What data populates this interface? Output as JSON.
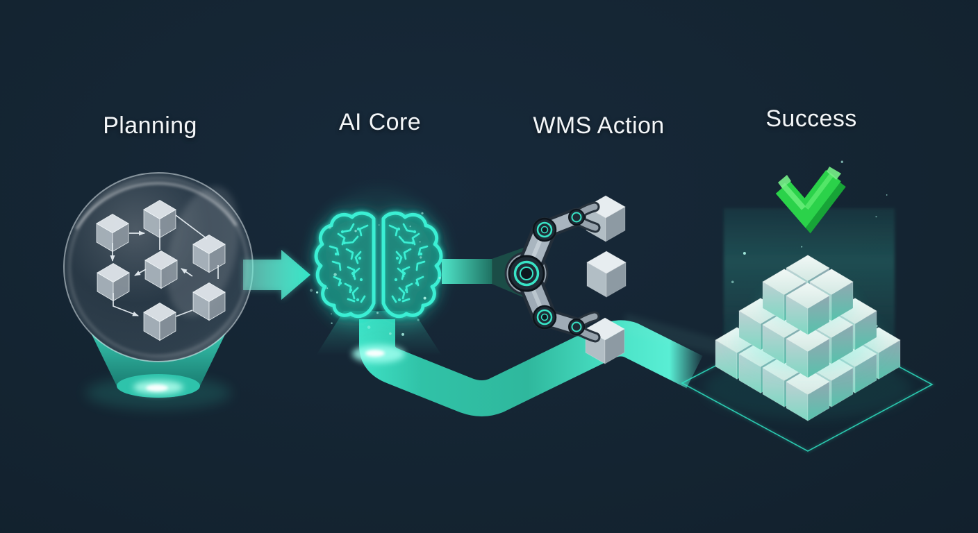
{
  "diagram": {
    "type": "process-flow",
    "stages": [
      {
        "id": "planning",
        "label": "Planning",
        "icon": "glass-sphere-flowchart-icon"
      },
      {
        "id": "ai-core",
        "label": "AI Core",
        "icon": "glowing-circuit-brain-icon"
      },
      {
        "id": "wms-action",
        "label": "WMS Action",
        "icon": "robotic-gripper-cubes-icon"
      },
      {
        "id": "success",
        "label": "Success",
        "icon": "green-checkmark-cube-stack-icon"
      }
    ],
    "connectors": [
      {
        "from": "planning",
        "to": "ai-core",
        "style": "arrow"
      },
      {
        "from": "ai-core",
        "to": "wms-action",
        "style": "band"
      },
      {
        "from": "ai-core",
        "to": "success",
        "style": "ribbon-path"
      }
    ],
    "colors": {
      "background": "#13212E",
      "accent_teal": "#36E7C8",
      "success_green": "#2BD24A",
      "label_text": "#F3F6F8",
      "metal_gray": "#A9B5BF"
    }
  }
}
